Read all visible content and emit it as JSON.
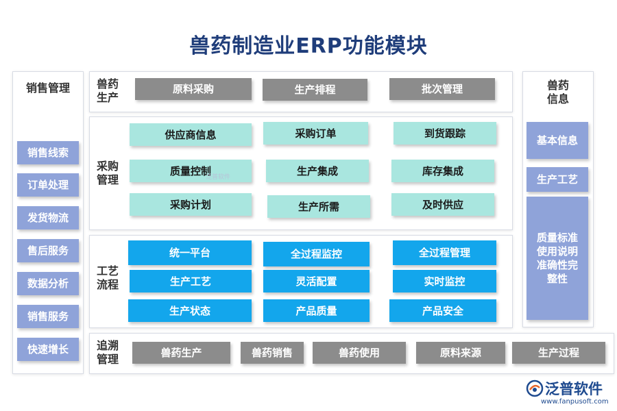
{
  "title": "兽药制造业ERP功能模块",
  "left_panel": {
    "label": "销售管理",
    "items": [
      "销售线索",
      "订单处理",
      "发货物流",
      "售后服务",
      "数据分析",
      "销售服务",
      "快速增长"
    ]
  },
  "right_panel": {
    "label": "兽药信息",
    "items": [
      "基本信息",
      "生产工艺",
      "质量标准使用说明准确性完整性"
    ]
  },
  "rows": {
    "production": {
      "label": "兽药生产",
      "items": [
        "原料采购",
        "生产排程",
        "批次管理"
      ]
    },
    "procurement": {
      "label": "采购管理",
      "items": [
        "供应商信息",
        "采购订单",
        "到货跟踪",
        "质量控制",
        "生产集成",
        "库存集成",
        "采购计划",
        "生产所需",
        "及时供应"
      ]
    },
    "process": {
      "label": "工艺流程",
      "items": [
        "统一平台",
        "全过程监控",
        "全过程管理",
        "生产工艺",
        "灵活配置",
        "实时监控",
        "生产状态",
        "产品质量",
        "产品安全"
      ]
    },
    "trace": {
      "label": "追溯管理",
      "items": [
        "兽药生产",
        "兽药销售",
        "兽药使用",
        "原料来源",
        "生产过程"
      ]
    }
  },
  "watermark": "泛普软件",
  "logo": {
    "name": "泛普软件",
    "url": "www.fanpusoft.com"
  },
  "colors": {
    "title": "#1f3d7a",
    "gray_button": "#8c8c8c",
    "cyan_button": "#a9e6df",
    "blue_button": "#13a6ec",
    "side_button": "#8fa3d9"
  }
}
